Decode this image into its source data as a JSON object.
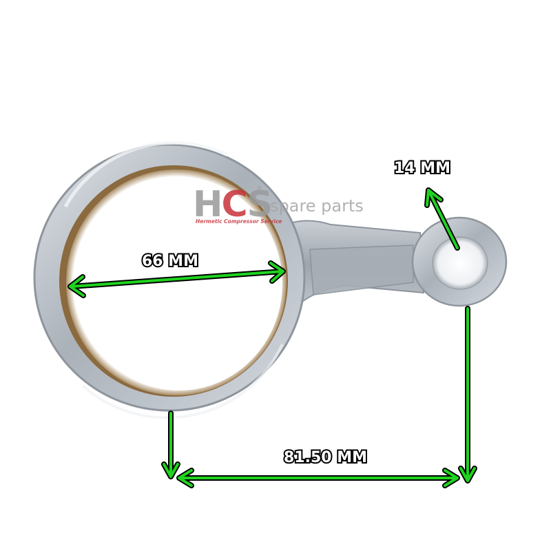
{
  "logo": {
    "brand": "HCS",
    "tail": "spare parts",
    "subtitle": "Hermetic Compressor Service",
    "registered": "®"
  },
  "dimensions": {
    "big_end_diameter": "66 MM",
    "small_end_diameter": "14 MM",
    "center_distance": "81.50 MM"
  },
  "colors": {
    "arrow": "#1fd41f",
    "arrow_outline": "#000000",
    "metal": "#b9bfc6",
    "bronze_bushing": "#8a6a3e",
    "logo_gray": "#9a9a9a",
    "logo_red": "#c8323c"
  }
}
